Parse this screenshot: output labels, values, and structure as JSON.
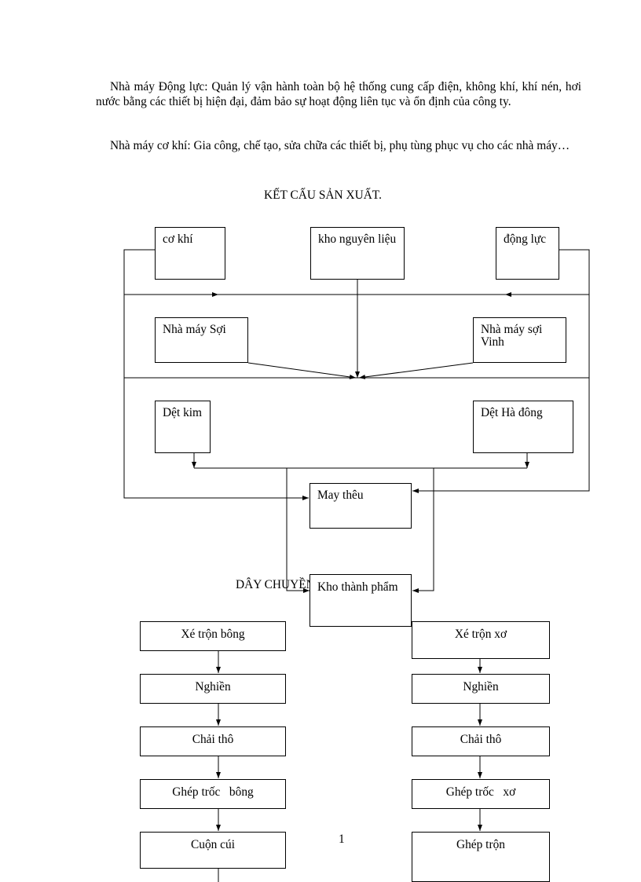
{
  "paragraphs": {
    "p1": "Nhà máy Động lực: Quản lý vận hành toàn bộ hệ thống cung cấp điện, không khí, khí nén, hơi nước bằng các thiết bị hiện đại, đảm bảo sự hoạt động liên tục và ổn định của công ty.",
    "p2": "Nhà máy cơ khí: Gia công, chế tạo, sửa chữa các thiết bị, phụ tùng phục vụ cho các nhà máy…"
  },
  "headings": {
    "structure": "KẾT CẤU SẢN XUẤT.",
    "line": "DÂY CHUYỀN SẢN XUẤT SỢI"
  },
  "structure": {
    "co_khi": "cơ khí",
    "kho_nguyen_lieu": "kho nguyên liệu",
    "dong_luc": "động lực",
    "nha_may_soi": "Nhà máy Sợi",
    "nha_may_soi_vinh": "Nhà máy sợi Vinh",
    "det_kim": "Dệt kim",
    "det_ha_dong": "Dệt Hà đông",
    "may_theu": "May thêu",
    "kho_thanh_pham": "Kho thành phẩm"
  },
  "flow": {
    "left": [
      "Xé trộn bông",
      "Nghiền",
      "Chải thô",
      "Ghép trốc   bông",
      "Cuộn cúi"
    ],
    "right": [
      "Xé trộn xơ",
      "Nghiền",
      "Chải thô",
      "Ghép trốc   xơ",
      "Ghép trộn"
    ]
  },
  "page_number": "1"
}
